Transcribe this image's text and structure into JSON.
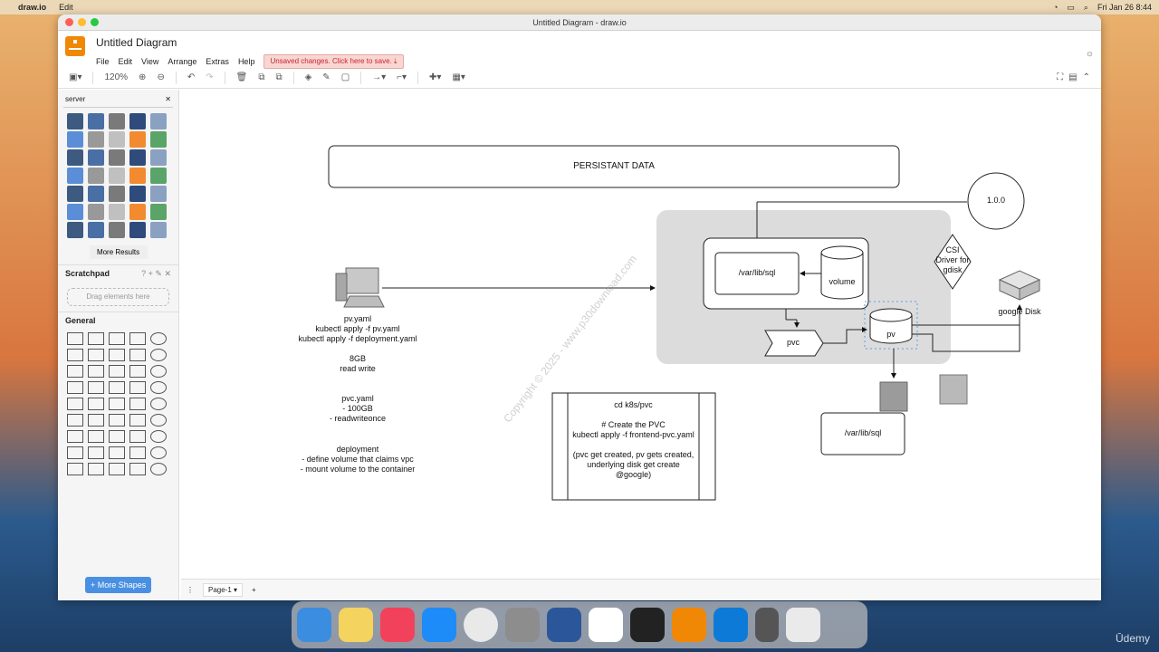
{
  "menubar": {
    "app_name": "draw.io",
    "edit": "Edit",
    "datetime": "Fri Jan 26  8:44"
  },
  "window": {
    "title": "Untitled Diagram - draw.io"
  },
  "header": {
    "doc_title": "Untitled Diagram",
    "menus": [
      "File",
      "Edit",
      "View",
      "Arrange",
      "Extras",
      "Help"
    ],
    "unsaved": "Unsaved changes. Click here to save."
  },
  "toolbar": {
    "zoom": "120%"
  },
  "sidebar": {
    "search_value": "server",
    "more_results": "More Results",
    "scratchpad": "Scratchpad",
    "drag_here": "Drag elements here",
    "general": "General",
    "more_shapes": "+ More Shapes"
  },
  "canvas": {
    "persistant": "PERSISTANT DATA",
    "version": "1.0.0",
    "varlib1": "/var/lib/sql",
    "volume": "volume",
    "csi": "CSI\nDriver for\ngdisk",
    "google_disk": "google Disk",
    "pvc": "pvc",
    "pv": "pv",
    "varlib2": "/var/lib/sql",
    "notes1": "pv.yaml\nkubectl apply -f pv.yaml\nkubectl apply -f deployment.yaml",
    "notes2": "8GB\nread write",
    "notes3": "pvc.yaml\n- 100GB\n- readwriteonce",
    "notes4": "deployment\n- define volume that claims vpc\n- mount volume to the container",
    "box_text": "cd k8s/pvc\n\n# Create the PVC\nkubectl apply -f frontend-pvc.yaml\n\n(pvc get created, pv gets created,\nunderlying disk get create\n@google)",
    "watermark": "Copyright © 2025 - www.p30download.com"
  },
  "pagebar": {
    "page": "Page-1"
  },
  "overlay": {
    "udemy": "Ūdemy"
  }
}
